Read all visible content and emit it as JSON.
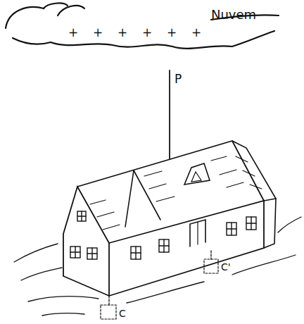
{
  "diagram": {
    "labels": [
      "Nuvem",
      "+",
      "+",
      "+",
      "+",
      "+",
      "+",
      "P",
      "C",
      "C'"
    ]
  }
}
